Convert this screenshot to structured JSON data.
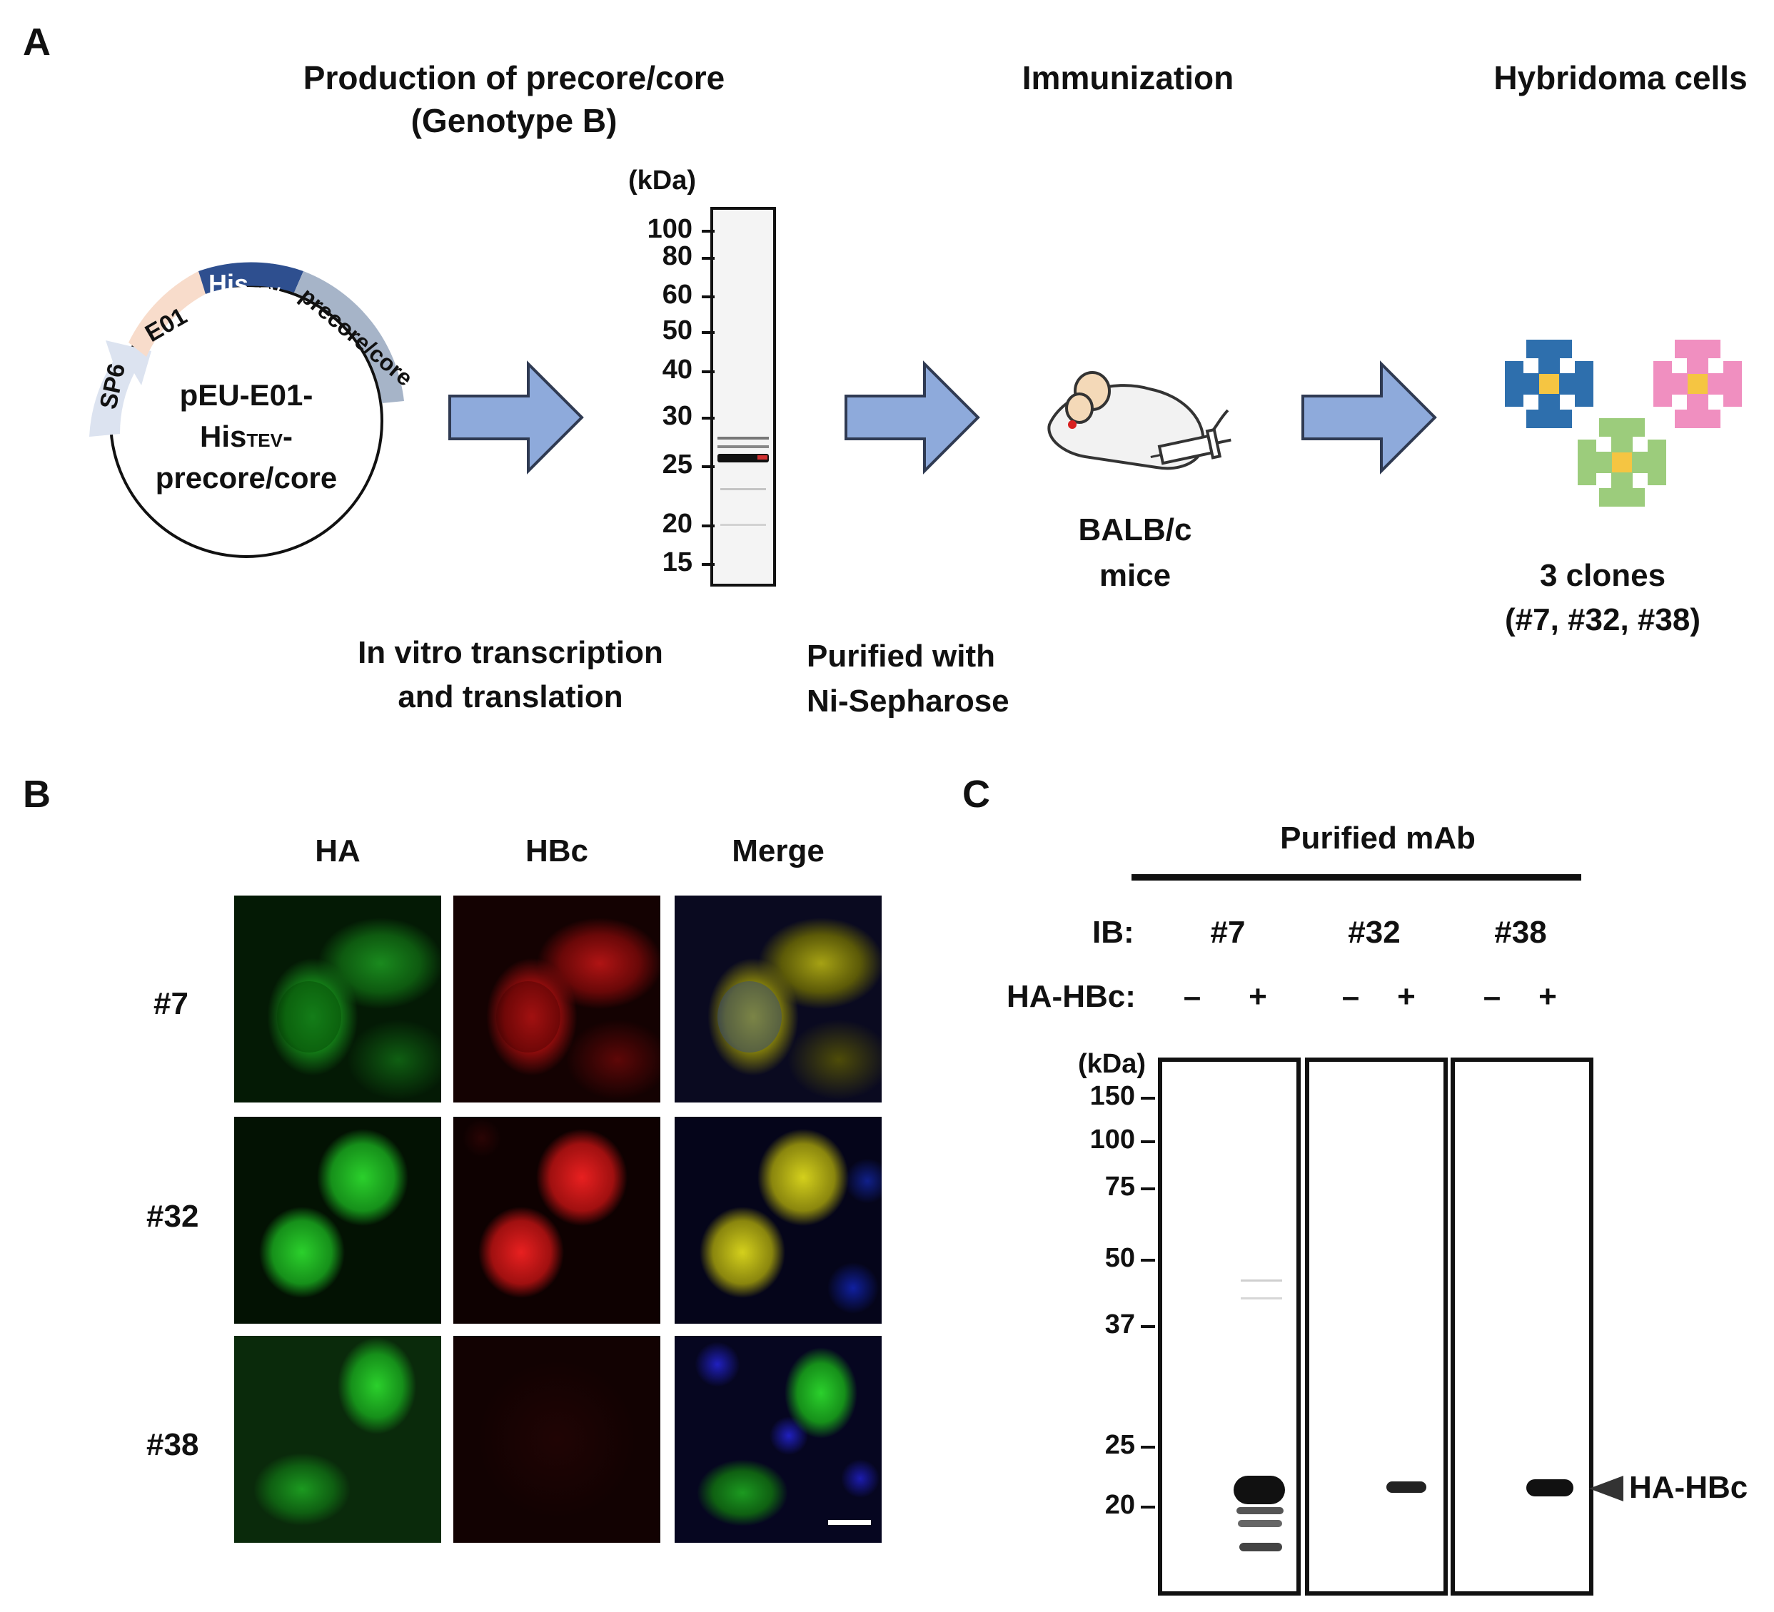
{
  "panelA": {
    "letter": "A",
    "production_title_line1": "Production of precore/core",
    "production_title_line2": "(Genotype B)",
    "immunization_title": "Immunization",
    "hybridoma_title": "Hybridoma cells",
    "plasmid": {
      "seg_sp6": "SP6",
      "seg_e01": "E01",
      "seg_his": "His",
      "seg_his_sub": "TEV",
      "seg_precore": "precore/core",
      "center_line1": "pEU-E01-",
      "center_line2_main": "His",
      "center_line2_sub": "TEV",
      "center_line2_tail": "-",
      "center_line3": "precore/core"
    },
    "step1_line1": "In vitro transcription",
    "step1_line2": "and translation",
    "step2_line1": "Purified with",
    "step2_line2": "Ni-Sepharose",
    "gel": {
      "unit": "(kDa)",
      "markers": [
        "100",
        "80",
        "60",
        "50",
        "40",
        "30",
        "25",
        "20",
        "15"
      ]
    },
    "mice_line1": "BALB/c",
    "mice_line2": "mice",
    "clones_line1": "3 clones",
    "clones_line2": "(#7, #32, #38)"
  },
  "panelB": {
    "letter": "B",
    "columns": [
      "HA",
      "HBc",
      "Merge"
    ],
    "rows": [
      "#7",
      "#32",
      "#38"
    ]
  },
  "panelC": {
    "letter": "C",
    "header": "Purified mAb",
    "ib_label": "IB:",
    "clones": [
      "#7",
      "#32",
      "#38"
    ],
    "ha_hbc_label": "HA-HBc:",
    "signs": [
      "–",
      "+",
      "–",
      "+",
      "–",
      "+"
    ],
    "unit": "(kDa)",
    "markers": [
      "150",
      "100",
      "75",
      "50",
      "37",
      "25",
      "20"
    ],
    "band_label": "HA-HBc"
  },
  "colors": {
    "arrow_fill": "#8eaadb",
    "arrow_stroke": "#2f3a52",
    "his_segment": "#2e4f8f",
    "precore_segment": "#a6b4c8",
    "e01_segment": "#f8dccb",
    "sp6_segment": "#dce3f0",
    "clone_blue": "#2e6fad",
    "clone_pink": "#f08fc0",
    "clone_green": "#9ccc7c",
    "clone_core": "#f5c542"
  }
}
